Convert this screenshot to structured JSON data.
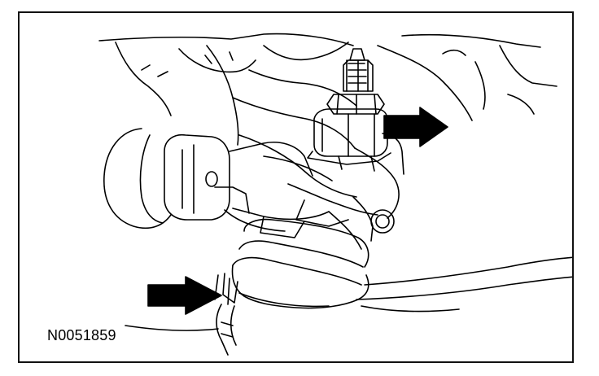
{
  "figure": {
    "id_label": "N0051859",
    "line_color": "#000000",
    "background_color": "#ffffff"
  },
  "icons": {
    "upper_arrow": "right-pointing-callout-arrow",
    "lower_arrow": "right-pointing-callout-arrow"
  }
}
